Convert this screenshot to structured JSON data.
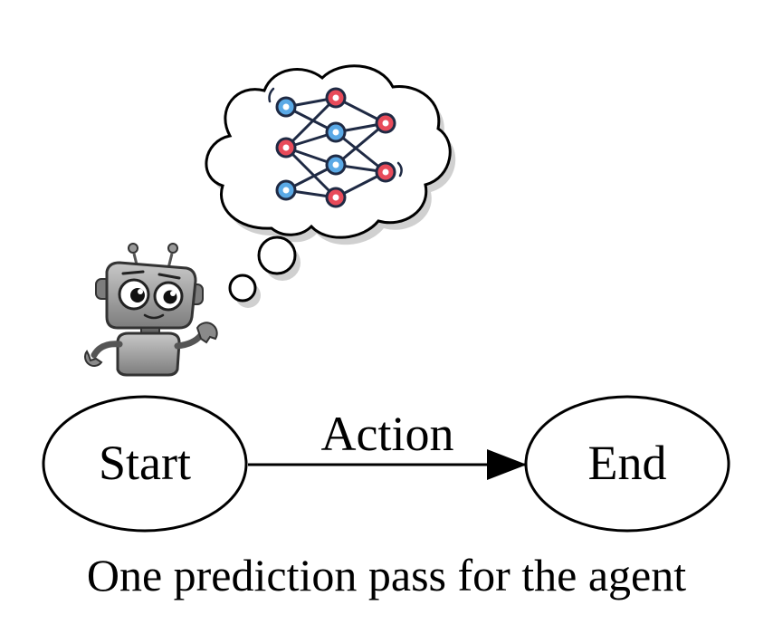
{
  "diagram": {
    "start_node": {
      "label": "Start"
    },
    "end_node": {
      "label": "End"
    },
    "edge": {
      "label": "Action"
    },
    "caption": "One prediction pass for the agent"
  },
  "icons": {
    "agent": "robot-icon",
    "thought": "thought-bubble-icon",
    "network": "neural-network-icon"
  },
  "colors": {
    "node_red": "#e84b5a",
    "node_blue": "#5aa9e6",
    "network_edges": "#1f2a44",
    "robot_body": "#9a9a9a"
  }
}
